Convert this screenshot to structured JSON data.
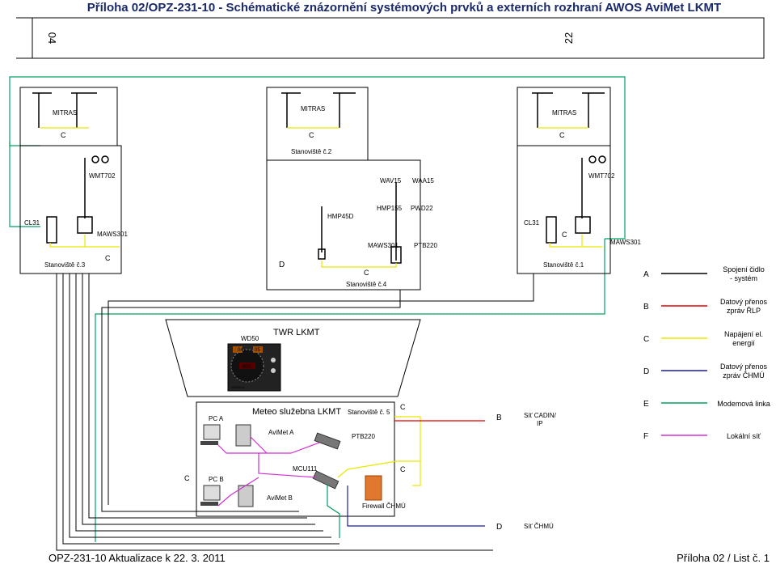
{
  "header": {
    "title": "Příloha 02/OPZ-231-10  -  Schématické znázornění systémových prvků a externích rozhraní AWOS AviMet LKMT"
  },
  "runway": {
    "left_designator": "04",
    "right_designator": "22"
  },
  "stations": {
    "mitras_left": "MITRAS",
    "mitras_mid": "MITRAS",
    "mitras_right": "MITRAS",
    "station2_label": "Stanoviště č.2",
    "wmt_left": "WMT702",
    "wmt_right": "WMT702",
    "cl31_left": "CL31",
    "cl31_right": "CL31",
    "maws_left": "MAWS301",
    "maws_mid": "MAWS301",
    "maws_right": "MAWS301",
    "station3_label": "Stanoviště č.3",
    "station1_label": "Stanoviště č.1",
    "station4_label": "Stanoviště č.4",
    "hmp45d": "HMP45D",
    "wav15": "WAV15",
    "waa15": "WAA15",
    "hmp155": "HMP155",
    "pwd22": "PWD22",
    "ptb220_top": "PTB220"
  },
  "tower": {
    "label": "TWR LKMT",
    "wd50_label": "WD50",
    "display_left": "04",
    "display_right": "05",
    "display_value": "005",
    "brand": "VAISALA"
  },
  "office": {
    "title": "Meteo služebna LKMT",
    "station5": "Stanoviště č. 5",
    "pc_a": "PC A",
    "pc_b": "PC B",
    "avimet_a": "AviMet A",
    "avimet_b": "AviMet B",
    "mcu": "MCU111",
    "ptb220": "PTB220",
    "firewall": "Firewall ČHMÚ",
    "net_cadin": "Síť CADIN/ IP",
    "net_chmu": "Síť ČHMÚ"
  },
  "letters": {
    "c": "C",
    "d": "D",
    "b": "B"
  },
  "legend": [
    {
      "key": "A",
      "label": "Spojení čidlo - systém",
      "color": "#000000"
    },
    {
      "key": "B",
      "label": "Datový přenos zpráv ŘLP",
      "color": "#e00000"
    },
    {
      "key": "C",
      "label": "Napájení el. energií",
      "color": "#e8e800"
    },
    {
      "key": "D",
      "label": "Datový přenos zpráv ČHMÚ",
      "color": "#1a1aa0"
    },
    {
      "key": "E",
      "label": "Modemová linka",
      "color": "#00a060"
    },
    {
      "key": "F",
      "label": "Lokální síť",
      "color": "#d030d0"
    }
  ],
  "footer": {
    "left": "OPZ-231-10 Aktualizace k 22. 3. 2011",
    "right": "Příloha 02 / List č. 1"
  }
}
